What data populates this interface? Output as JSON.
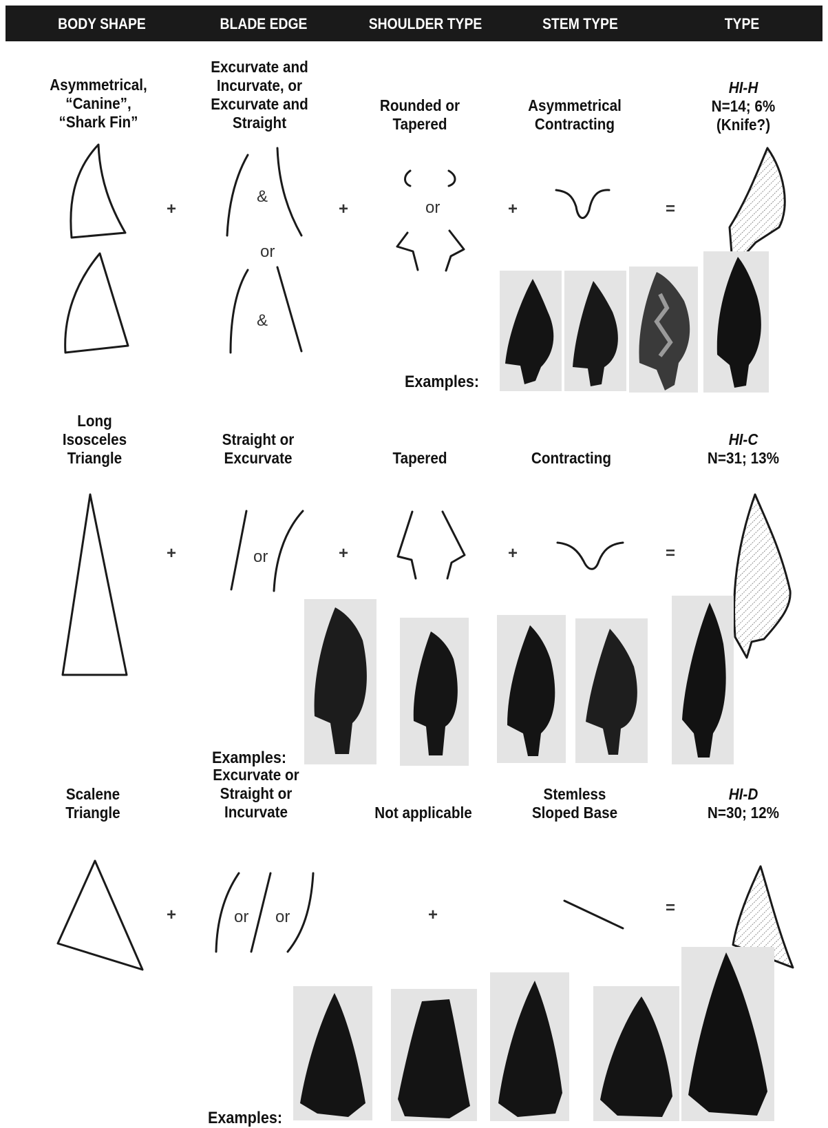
{
  "header": [
    "BODY SHAPE",
    "BLADE EDGE",
    "SHOULDER TYPE",
    "STEM TYPE",
    "TYPE"
  ],
  "connectors": {
    "plus": "+",
    "equals": "=",
    "or": "or",
    "and": "&"
  },
  "examples_label": "Examples:",
  "rows": [
    {
      "body_shape": [
        "Asymmetrical,",
        "“Canine”,",
        "“Shark Fin”"
      ],
      "blade_edge": [
        "Excurvate and",
        "Incurvate, or",
        "Excurvate and",
        "Straight"
      ],
      "shoulder": [
        "Rounded or",
        "Tapered"
      ],
      "stem": [
        "Asymmetrical",
        "Contracting"
      ],
      "type_name": "HI-H",
      "type_stats": [
        "N=14; 6%",
        "(Knife?)"
      ]
    },
    {
      "body_shape": [
        "Long",
        "Isosceles",
        "Triangle"
      ],
      "blade_edge": [
        "Straight or",
        "Excurvate"
      ],
      "shoulder": [
        "Tapered"
      ],
      "stem": [
        "Contracting"
      ],
      "type_name": "HI-C",
      "type_stats": [
        "N=31; 13%"
      ]
    },
    {
      "body_shape": [
        "Scalene",
        "Triangle"
      ],
      "blade_edge": [
        "Excurvate or",
        "Straight or",
        "Incurvate"
      ],
      "shoulder": [
        "Not applicable"
      ],
      "stem": [
        "Stemless",
        "Sloped Base"
      ],
      "type_name": "HI-D",
      "type_stats": [
        "N=30; 12%"
      ]
    }
  ]
}
